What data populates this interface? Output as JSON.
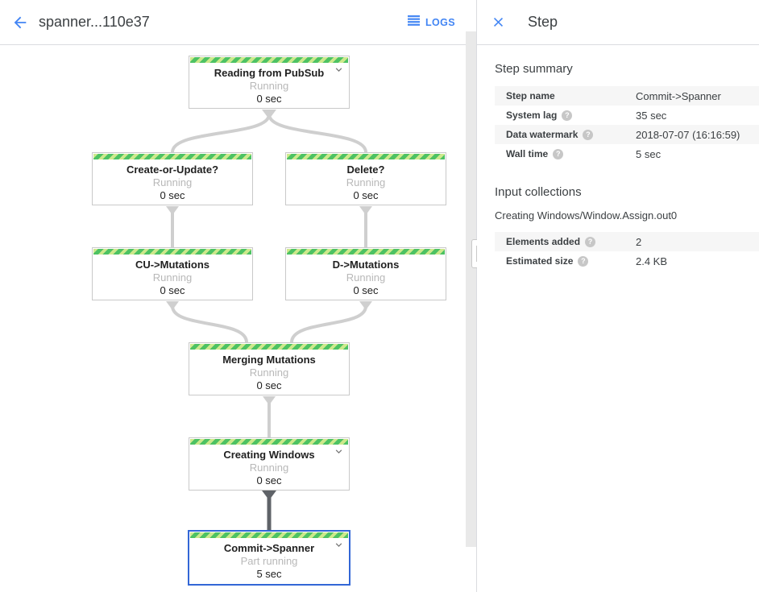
{
  "header": {
    "title": "spanner...110e37",
    "logs_label": "LOGS"
  },
  "panel": {
    "title": "Step",
    "summary": {
      "heading": "Step summary",
      "rows": [
        {
          "label": "Step name",
          "value": "Commit->Spanner"
        },
        {
          "label": "System lag",
          "value": "35 sec"
        },
        {
          "label": "Data watermark",
          "value": "2018-07-07 (16:16:59)"
        },
        {
          "label": "Wall time",
          "value": "5 sec"
        }
      ]
    },
    "input_collections": {
      "heading": "Input collections",
      "collection": "Creating Windows/Window.Assign.out0",
      "rows": [
        {
          "label": "Elements added",
          "value": "2"
        },
        {
          "label": "Estimated size",
          "value": "2.4 KB"
        }
      ]
    }
  },
  "graph": {
    "nodes": [
      {
        "title": "Reading from PubSub",
        "status": "Running",
        "time": "0 sec"
      },
      {
        "title": "Create-or-Update?",
        "status": "Running",
        "time": "0 sec"
      },
      {
        "title": "Delete?",
        "status": "Running",
        "time": "0 sec"
      },
      {
        "title": "CU->Mutations",
        "status": "Running",
        "time": "0 sec"
      },
      {
        "title": "D->Mutations",
        "status": "Running",
        "time": "0 sec"
      },
      {
        "title": "Merging Mutations",
        "status": "Running",
        "time": "0 sec"
      },
      {
        "title": "Creating Windows",
        "status": "Running",
        "time": "0 sec"
      },
      {
        "title": "Commit->Spanner",
        "status": "Part running",
        "time": "5 sec"
      }
    ]
  },
  "icons": {
    "back": "arrow-left",
    "logs": "list-lines",
    "close": "x",
    "node_expand": "chevron-down",
    "help": "question-mark-circle"
  },
  "theme": {
    "accent": "#4285f4",
    "selected_border": "#3367d6",
    "stripe_green": "#4dc263",
    "stripe_light": "#cde98c",
    "edge": "#cfcfcf",
    "edge_dark": "#5f6368",
    "status_text": "#b8b8b8",
    "row_bg": "#f6f6f6"
  }
}
